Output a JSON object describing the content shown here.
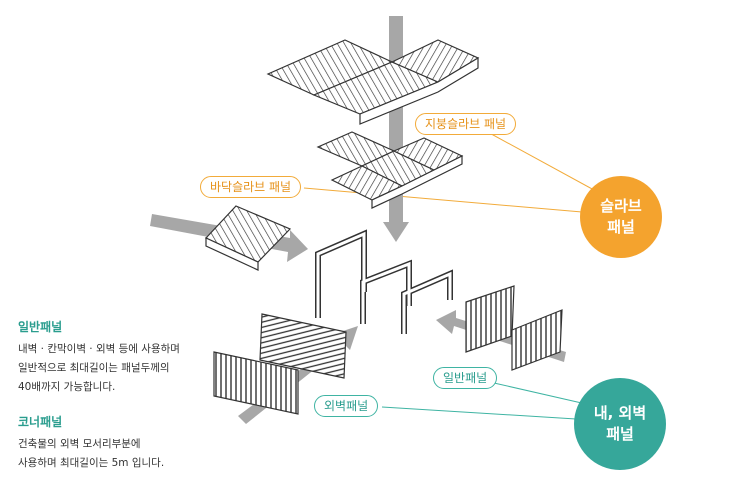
{
  "labels": {
    "roof_slab": "지붕슬라브 패널",
    "floor_slab": "바닥슬라브 패널",
    "general_panel": "일반패널",
    "exterior_panel": "외벽패널"
  },
  "circles": {
    "slab": [
      "슬라브",
      "패널"
    ],
    "wall": [
      "내, 외벽",
      "패널"
    ]
  },
  "descriptions": {
    "general": {
      "title": "일반패널",
      "lines": [
        "내벽 · 칸막이벽 · 외벽 등에 사용하며",
        "일반적으로 최대길이는 패널두께의",
        "40배까지 가능합니다."
      ]
    },
    "corner": {
      "title": "코너패널",
      "lines": [
        "건축물의 외벽 모서리부분에",
        "사용하며 최대길이는 5m 입니다."
      ]
    }
  },
  "colors": {
    "orange": "#f4a32e",
    "teal": "#36a79a",
    "arrow_gray": "#a7a7a7",
    "line": "#333333"
  }
}
